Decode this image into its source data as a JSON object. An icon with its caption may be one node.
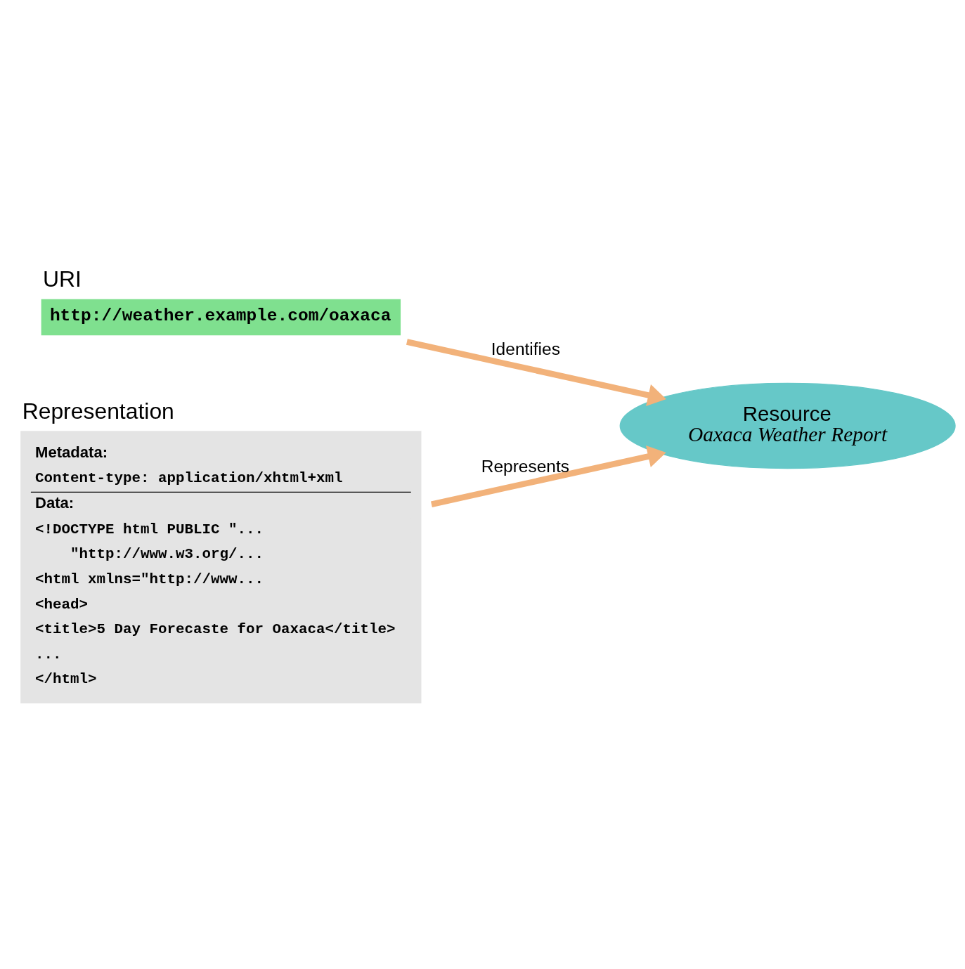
{
  "diagram": {
    "nodes": [
      {
        "text": [
          "URI",
          "http://weather.example.com/oaxaca"
        ]
      },
      {
        "text": [
          "Resource",
          "Oaxaca Weather Report"
        ]
      },
      {
        "text": [
          "Representation",
          "Metadata:",
          "Content-type: application/xhtml+xml",
          "Data:",
          "<!DOCTYPE html PUBLIC \"...",
          "\"http://www.w3.org/...",
          "<html xmlns=\"http://www...",
          "<head>",
          "<title>5 Day Forecaste for Oaxaca</title>",
          "...",
          "</html>"
        ]
      }
    ],
    "edges": [
      {
        "from": 0,
        "to": 1,
        "arrow": "to",
        "label": "Identifies"
      },
      {
        "from": 2,
        "to": 1,
        "arrow": "to",
        "label": "Represents"
      }
    ]
  }
}
